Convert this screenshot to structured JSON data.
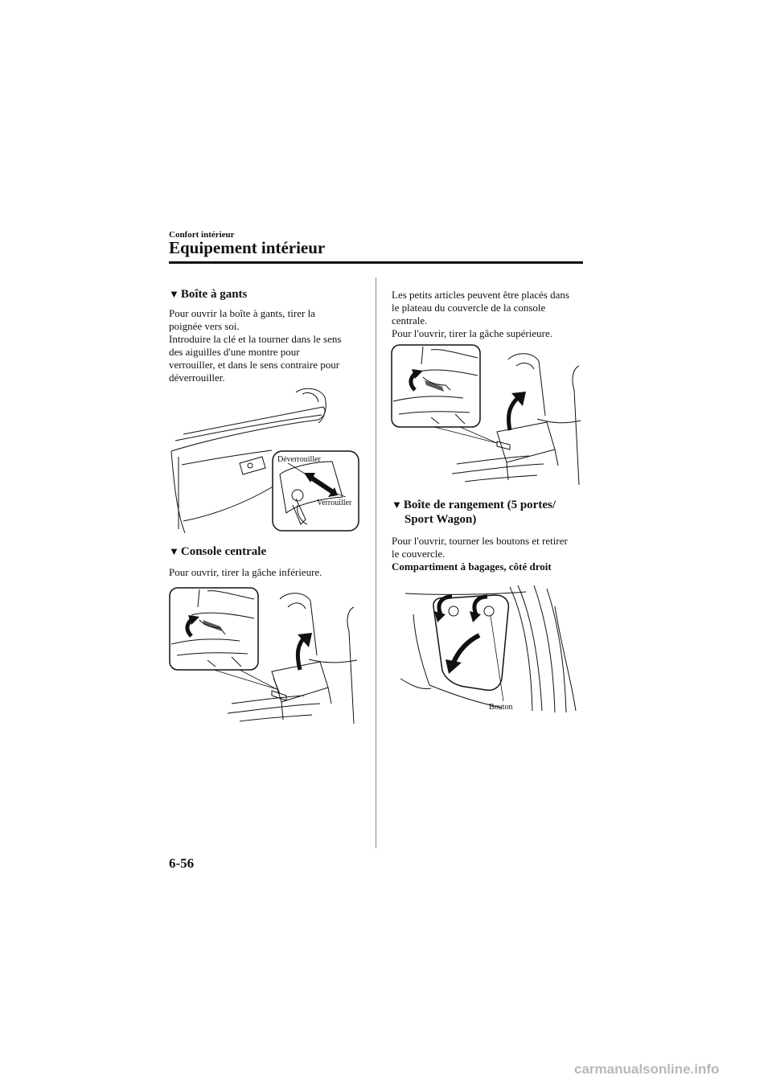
{
  "header": {
    "section": "Confort intérieur",
    "title": "Equipement intérieur"
  },
  "left": {
    "glovebox": {
      "triangle": "▼",
      "heading": "Boîte à gants",
      "lines": [
        "Pour ouvrir la boîte à gants, tirer la",
        "poignée vers soi.",
        "Introduire la clé et la tourner dans le sens",
        "des aiguilles d'une montre pour",
        "verrouiller, et dans le sens contraire pour",
        "déverrouiller."
      ],
      "figure": {
        "unlock_label": "Déverrouiller",
        "lock_label": "Verrouiller"
      }
    },
    "console": {
      "triangle": "▼",
      "heading": "Console centrale",
      "text": "Pour ouvrir, tirer la gâche inférieure."
    }
  },
  "right": {
    "tray": {
      "lines": [
        "Les petits articles peuvent être placés dans",
        "le plateau du couvercle de la console",
        "centrale.",
        "Pour l'ouvrir, tirer la gâche supérieure."
      ]
    },
    "storage": {
      "triangle": "▼",
      "heading_line1": "Boîte de rangement (5 portes/",
      "heading_line2": "Sport Wagon)",
      "lines": [
        "Pour l'ouvrir, tourner les boutons et retirer",
        "le couvercle."
      ],
      "subheading": "Compartiment à bagages, côté droit",
      "figure": {
        "knob_label": "Bouton"
      }
    }
  },
  "footer": {
    "page_number": "6-56",
    "url": "carmanualsonline.info"
  }
}
